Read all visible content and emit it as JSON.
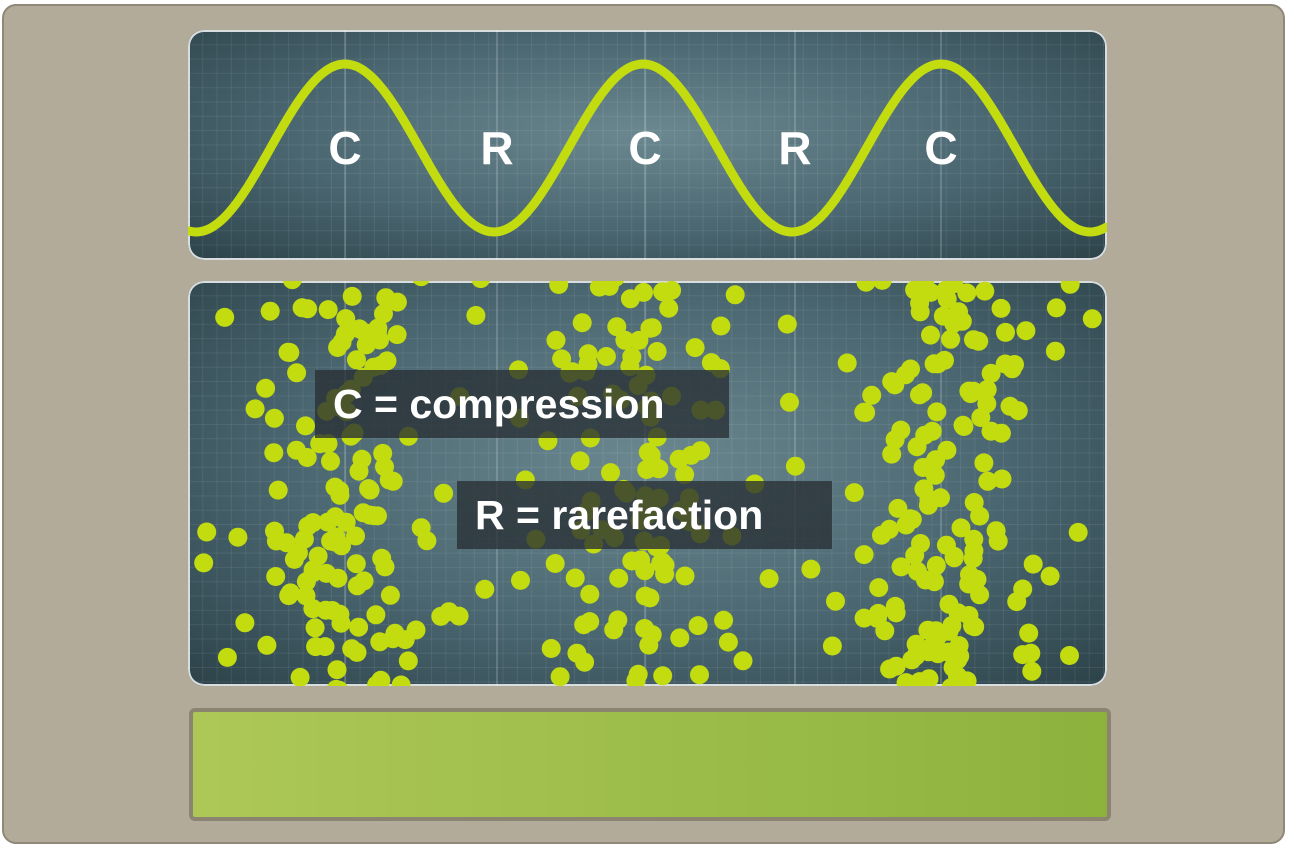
{
  "colors": {
    "frame": "#b3ab99",
    "screen": "#4a6670",
    "wave": "#c2dc10",
    "particle": "#c2dc10",
    "control_bar": "#9dbd4b"
  },
  "wave": {
    "cycles": 3,
    "labels": [
      "C",
      "R",
      "C",
      "R",
      "C"
    ]
  },
  "particles": {
    "compression_zone_count": 3,
    "rarefaction_zone_count": 2
  },
  "legend": {
    "compression": "C = compression",
    "rarefaction": "R = rarefaction"
  }
}
